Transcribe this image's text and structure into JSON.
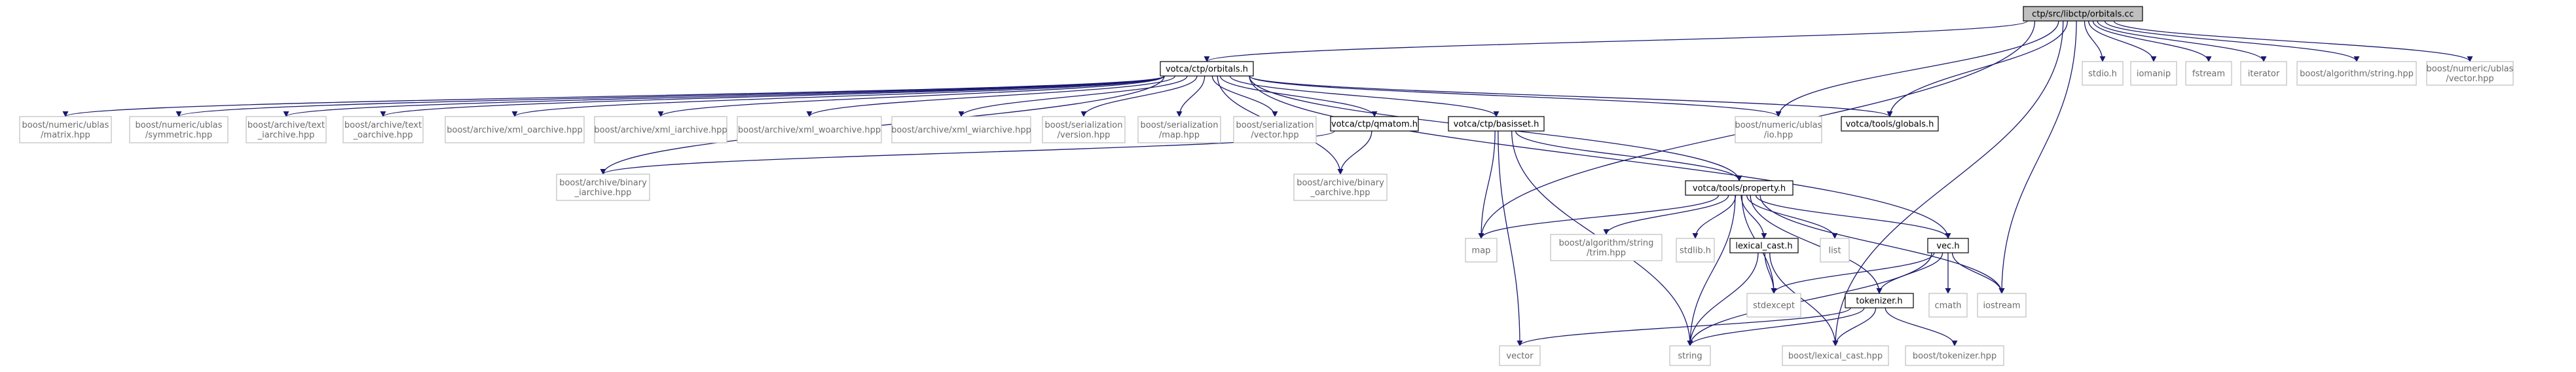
{
  "title": "",
  "colors": {
    "edge": "#191970",
    "root_fill": "#bfbfbf",
    "local_border": "#000000",
    "system_border": "#bfbfbf",
    "system_text": "#6b6b6b"
  },
  "nodes": [
    {
      "id": "root",
      "kind": "root",
      "lines": [
        "ctp/src/libctp/orbitals.cc"
      ]
    },
    {
      "id": "orbitals_h",
      "kind": "local",
      "lines": [
        "votca/ctp/orbitals.h"
      ]
    },
    {
      "id": "stdio",
      "kind": "system",
      "lines": [
        "stdio.h"
      ]
    },
    {
      "id": "iomanip",
      "kind": "system",
      "lines": [
        "iomanip"
      ]
    },
    {
      "id": "fstream",
      "kind": "system",
      "lines": [
        "fstream"
      ]
    },
    {
      "id": "iterator",
      "kind": "system",
      "lines": [
        "iterator"
      ]
    },
    {
      "id": "alg_string",
      "kind": "system",
      "lines": [
        "boost/algorithm/string.hpp"
      ]
    },
    {
      "id": "ublas_vector",
      "kind": "system",
      "lines": [
        "boost/numeric/ublas",
        "/vector.hpp"
      ]
    },
    {
      "id": "ublas_matrix",
      "kind": "system",
      "lines": [
        "boost/numeric/ublas",
        "/matrix.hpp"
      ]
    },
    {
      "id": "ublas_symmetric",
      "kind": "system",
      "lines": [
        "boost/numeric/ublas",
        "/symmetric.hpp"
      ]
    },
    {
      "id": "text_iarchive",
      "kind": "system",
      "lines": [
        "boost/archive/text",
        "_iarchive.hpp"
      ]
    },
    {
      "id": "text_oarchive",
      "kind": "system",
      "lines": [
        "boost/archive/text",
        "_oarchive.hpp"
      ]
    },
    {
      "id": "xml_oarchive",
      "kind": "system",
      "lines": [
        "boost/archive/xml_oarchive.hpp"
      ]
    },
    {
      "id": "xml_iarchive",
      "kind": "system",
      "lines": [
        "boost/archive/xml_iarchive.hpp"
      ]
    },
    {
      "id": "xml_woarchive",
      "kind": "system",
      "lines": [
        "boost/archive/xml_woarchive.hpp"
      ]
    },
    {
      "id": "xml_wiarchive",
      "kind": "system",
      "lines": [
        "boost/archive/xml_wiarchive.hpp"
      ]
    },
    {
      "id": "ser_version",
      "kind": "system",
      "lines": [
        "boost/serialization",
        "/version.hpp"
      ]
    },
    {
      "id": "ser_map",
      "kind": "system",
      "lines": [
        "boost/serialization",
        "/map.hpp"
      ]
    },
    {
      "id": "ser_vector",
      "kind": "system",
      "lines": [
        "boost/serialization",
        "/vector.hpp"
      ]
    },
    {
      "id": "qmatom",
      "kind": "local",
      "lines": [
        "votca/ctp/qmatom.h"
      ]
    },
    {
      "id": "basisset",
      "kind": "local",
      "lines": [
        "votca/ctp/basisset.h"
      ]
    },
    {
      "id": "ublas_io",
      "kind": "system",
      "lines": [
        "boost/numeric/ublas",
        "/io.hpp"
      ]
    },
    {
      "id": "globals",
      "kind": "local",
      "lines": [
        "votca/tools/globals.h"
      ]
    },
    {
      "id": "binary_iarchive",
      "kind": "system",
      "lines": [
        "boost/archive/binary",
        "_iarchive.hpp"
      ]
    },
    {
      "id": "binary_oarchive",
      "kind": "system",
      "lines": [
        "boost/archive/binary",
        "_oarchive.hpp"
      ]
    },
    {
      "id": "property",
      "kind": "local",
      "lines": [
        "votca/tools/property.h"
      ]
    },
    {
      "id": "map",
      "kind": "system",
      "lines": [
        "map"
      ]
    },
    {
      "id": "alg_trim",
      "kind": "system",
      "lines": [
        "boost/algorithm/string",
        "/trim.hpp"
      ]
    },
    {
      "id": "stdlib",
      "kind": "system",
      "lines": [
        "stdlib.h"
      ]
    },
    {
      "id": "lexical_cast_h",
      "kind": "local",
      "lines": [
        "lexical_cast.h"
      ]
    },
    {
      "id": "list",
      "kind": "system",
      "lines": [
        "list"
      ]
    },
    {
      "id": "vec",
      "kind": "local",
      "lines": [
        "vec.h"
      ]
    },
    {
      "id": "stdexcept",
      "kind": "system",
      "lines": [
        "stdexcept"
      ]
    },
    {
      "id": "cmath",
      "kind": "system",
      "lines": [
        "cmath"
      ]
    },
    {
      "id": "iostream",
      "kind": "system",
      "lines": [
        "iostream"
      ]
    },
    {
      "id": "tokenizer_h",
      "kind": "local",
      "lines": [
        "tokenizer.h"
      ]
    },
    {
      "id": "vector",
      "kind": "system",
      "lines": [
        "vector"
      ]
    },
    {
      "id": "string",
      "kind": "system",
      "lines": [
        "string"
      ]
    },
    {
      "id": "boost_lexical_cast",
      "kind": "system",
      "lines": [
        "boost/lexical_cast.hpp"
      ]
    },
    {
      "id": "boost_tokenizer",
      "kind": "system",
      "lines": [
        "boost/tokenizer.hpp"
      ]
    }
  ],
  "edges": [
    [
      "root",
      "orbitals_h"
    ],
    [
      "root",
      "stdio"
    ],
    [
      "root",
      "iomanip"
    ],
    [
      "root",
      "fstream"
    ],
    [
      "root",
      "iterator"
    ],
    [
      "root",
      "alg_string"
    ],
    [
      "root",
      "ublas_vector"
    ],
    [
      "root",
      "ublas_io"
    ],
    [
      "root",
      "globals"
    ],
    [
      "root",
      "map"
    ],
    [
      "root",
      "iostream"
    ],
    [
      "root",
      "boost_lexical_cast"
    ],
    [
      "orbitals_h",
      "ublas_matrix"
    ],
    [
      "orbitals_h",
      "ublas_symmetric"
    ],
    [
      "orbitals_h",
      "text_iarchive"
    ],
    [
      "orbitals_h",
      "text_oarchive"
    ],
    [
      "orbitals_h",
      "xml_oarchive"
    ],
    [
      "orbitals_h",
      "xml_iarchive"
    ],
    [
      "orbitals_h",
      "xml_woarchive"
    ],
    [
      "orbitals_h",
      "xml_wiarchive"
    ],
    [
      "orbitals_h",
      "ser_version"
    ],
    [
      "orbitals_h",
      "ser_map"
    ],
    [
      "orbitals_h",
      "ser_vector"
    ],
    [
      "orbitals_h",
      "qmatom"
    ],
    [
      "orbitals_h",
      "basisset"
    ],
    [
      "orbitals_h",
      "ublas_io"
    ],
    [
      "orbitals_h",
      "globals"
    ],
    [
      "orbitals_h",
      "binary_iarchive"
    ],
    [
      "orbitals_h",
      "binary_oarchive"
    ],
    [
      "orbitals_h",
      "property"
    ],
    [
      "orbitals_h",
      "vec"
    ],
    [
      "qmatom",
      "binary_iarchive"
    ],
    [
      "qmatom",
      "binary_oarchive"
    ],
    [
      "basisset",
      "property"
    ],
    [
      "basisset",
      "map"
    ],
    [
      "basisset",
      "string"
    ],
    [
      "basisset",
      "vector"
    ],
    [
      "property",
      "map"
    ],
    [
      "property",
      "alg_trim"
    ],
    [
      "property",
      "stdlib"
    ],
    [
      "property",
      "lexical_cast_h"
    ],
    [
      "property",
      "list"
    ],
    [
      "property",
      "vec"
    ],
    [
      "property",
      "stdexcept"
    ],
    [
      "property",
      "iostream"
    ],
    [
      "property",
      "tokenizer_h"
    ],
    [
      "property",
      "string"
    ],
    [
      "lexical_cast_h",
      "stdexcept"
    ],
    [
      "lexical_cast_h",
      "string"
    ],
    [
      "lexical_cast_h",
      "boost_lexical_cast"
    ],
    [
      "vec",
      "iostream"
    ],
    [
      "vec",
      "stdexcept"
    ],
    [
      "vec",
      "cmath"
    ],
    [
      "vec",
      "tokenizer_h"
    ],
    [
      "vec",
      "string"
    ],
    [
      "tokenizer_h",
      "string"
    ],
    [
      "tokenizer_h",
      "vector"
    ],
    [
      "tokenizer_h",
      "boost_lexical_cast"
    ],
    [
      "tokenizer_h",
      "boost_tokenizer"
    ]
  ]
}
